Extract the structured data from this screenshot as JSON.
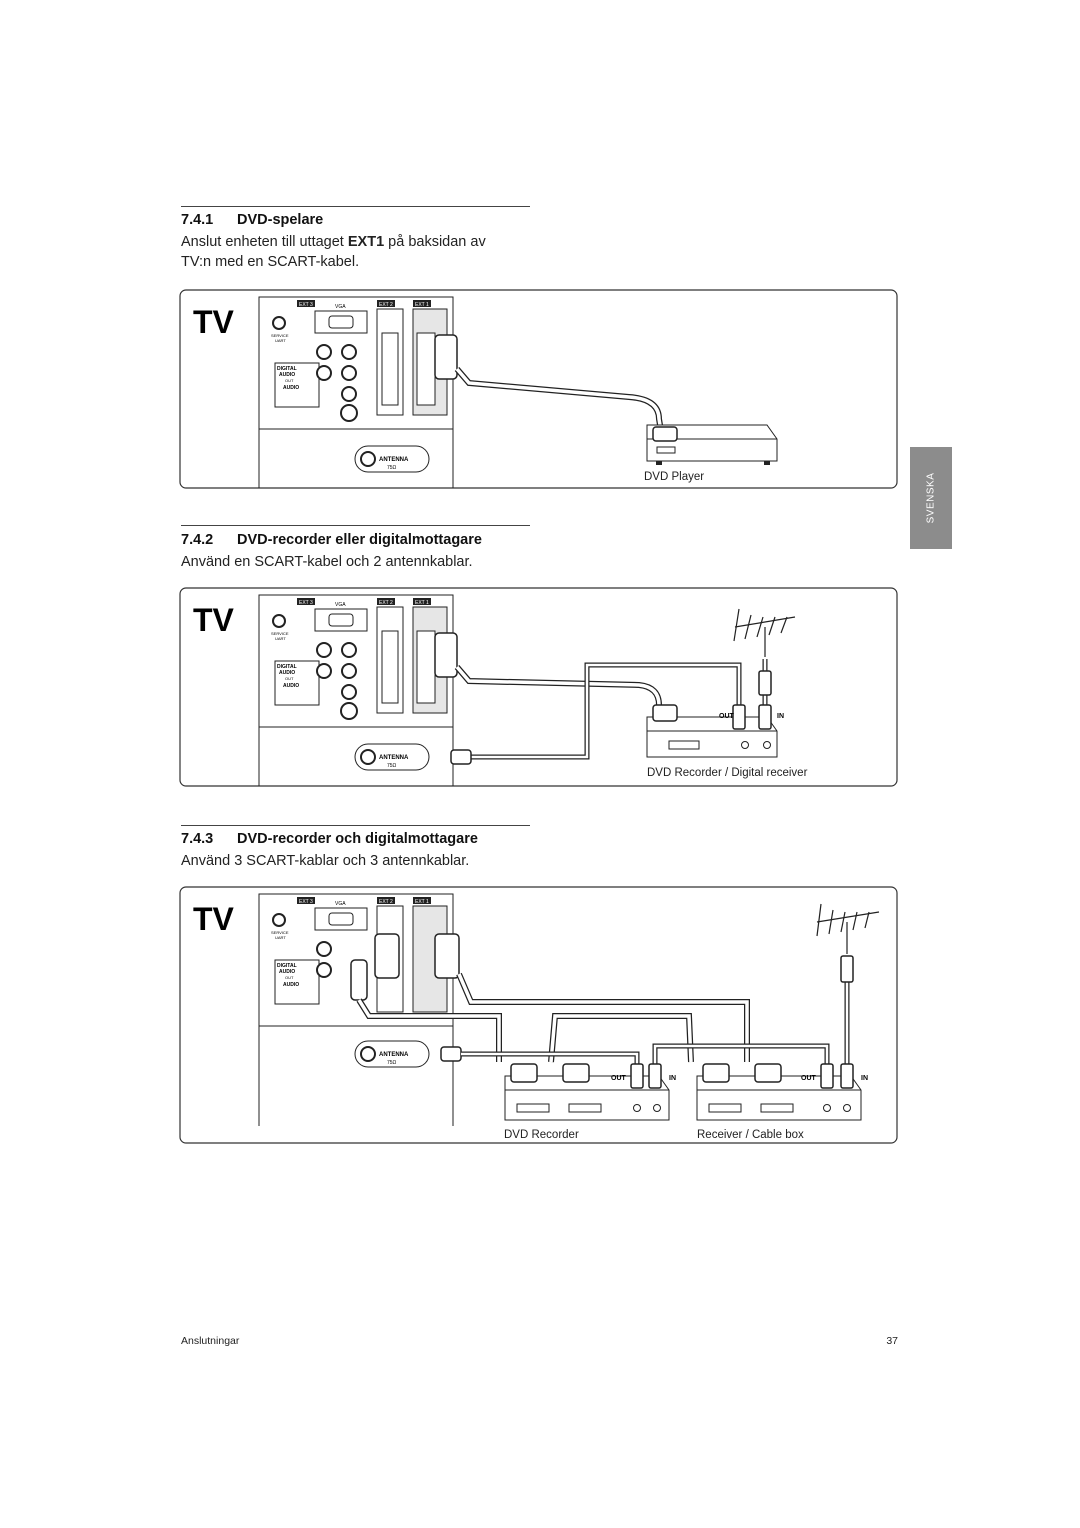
{
  "sections": [
    {
      "number": "7.4.1",
      "title": "DVD-spelare",
      "text_parts": [
        "Anslut enheten till uttaget ",
        "EXT1",
        " på baksidan av",
        "TV:n med en SCART-kabel."
      ]
    },
    {
      "number": "7.4.2",
      "title": "DVD-recorder eller digitalmottagare",
      "text": "Använd en SCART-kabel och 2 antennkablar."
    },
    {
      "number": "7.4.3",
      "title": "DVD-recorder och digitalmottagare",
      "text": "Använd 3 SCART-kablar och 3 antennkablar."
    }
  ],
  "diagram_labels": {
    "tv": "TV",
    "ext3": "EXT 3",
    "ext2": "EXT 2",
    "ext1": "EXT 1",
    "vga": "VGA",
    "service": "SERVICE",
    "uart": "UART",
    "digital": "DIGITAL",
    "audio": "AUDIO",
    "out": "OUT",
    "antenna": "ANTENNA",
    "ohm": "75Ω",
    "port_out": "OUT",
    "port_in": "IN"
  },
  "devices": {
    "d1": "DVD Player",
    "d2": "DVD Recorder / Digital receiver",
    "d3a": "DVD Recorder",
    "d3b": "Receiver / Cable box"
  },
  "side_tab": "SVENSKA",
  "footer": {
    "left": "Anslutningar",
    "page": "37"
  }
}
